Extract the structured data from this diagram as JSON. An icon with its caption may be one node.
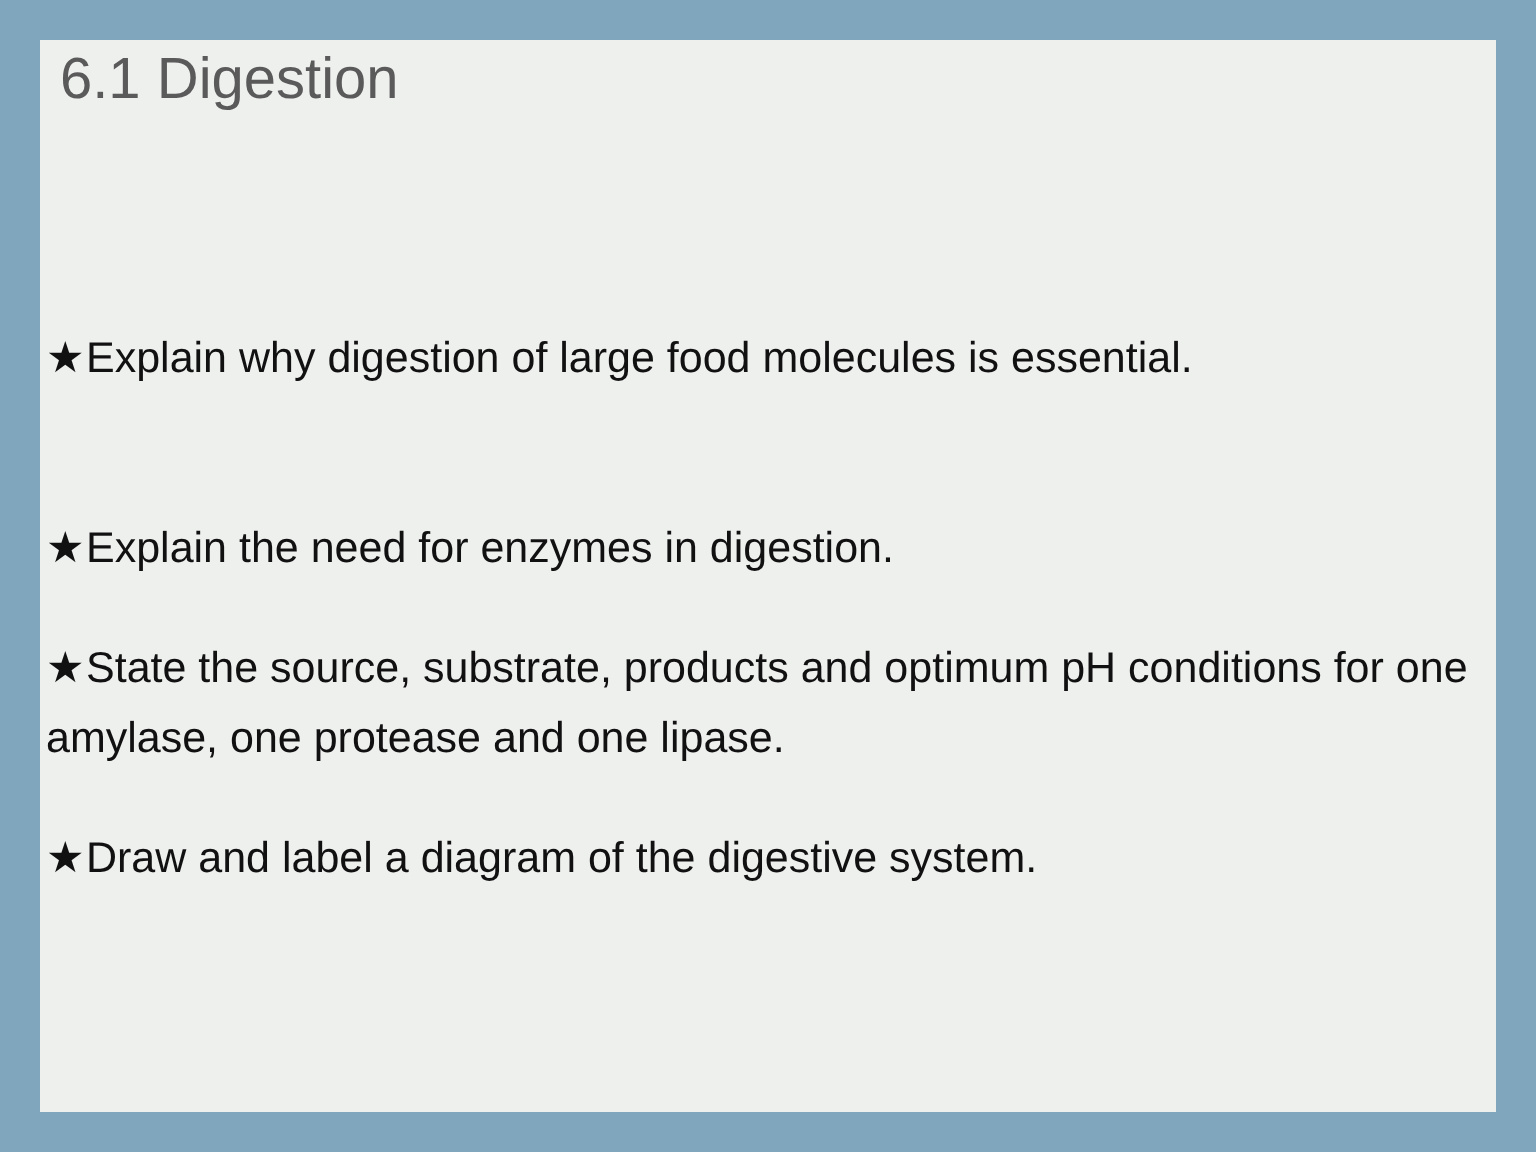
{
  "diagram": {
    "title": "6.1 Digestion",
    "labels": [
      "★Explain why digestion of large food molecules is essential.",
      "★Explain the need for enzymes in digestion.",
      "★State the source, substrate, products and optimum pH conditions for one amylase, one protease and one lipase.",
      "★Draw and label a diagram of the digestive system."
    ]
  }
}
